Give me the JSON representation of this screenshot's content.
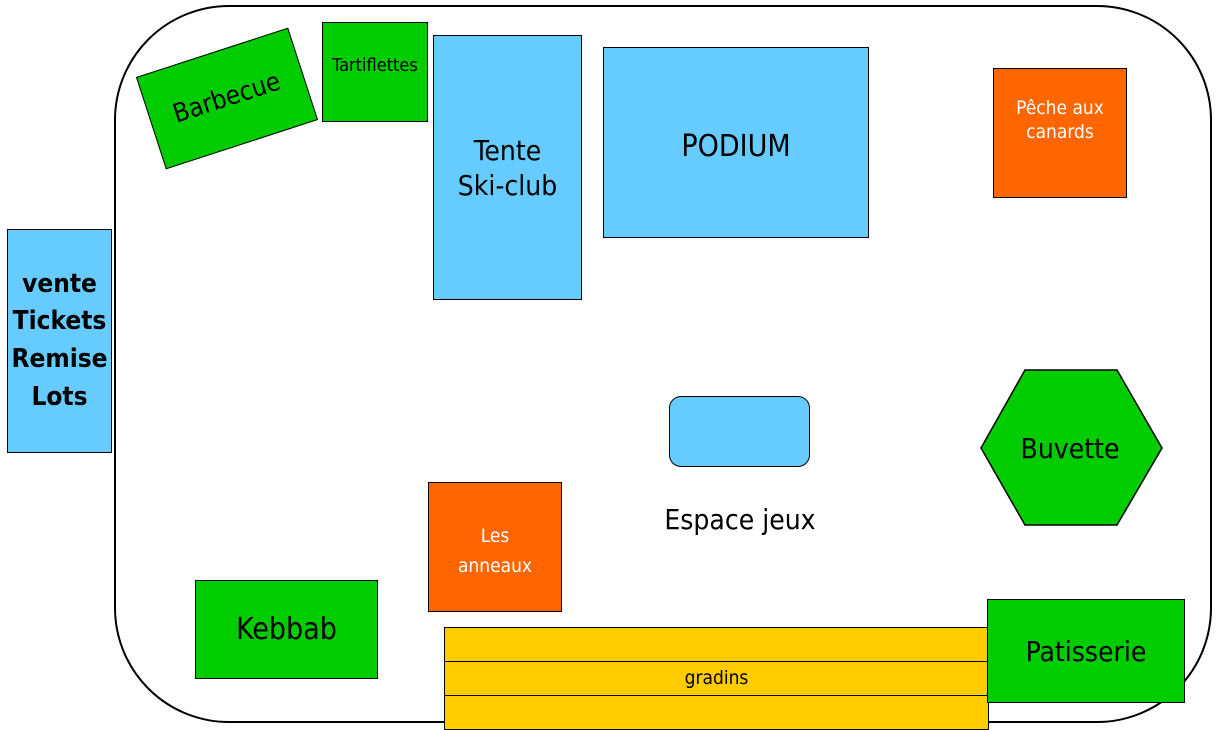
{
  "colors": {
    "stand_blue": "#66ccff",
    "stand_green": "#00cc00",
    "stand_orange": "#ff6600",
    "stand_yellow": "#ffcc00"
  },
  "stands": {
    "vente": "vente\nTickets\nRemise\nLots",
    "barbecue": "Barbecue",
    "tartiflettes": "Tartiflettes",
    "tente": "Tente\nSki-club",
    "podium": "PODIUM",
    "peche": "Pêche aux\ncanards",
    "buvette": "Buvette",
    "espace_jeux": "Espace jeux",
    "anneaux": "Les\nanneaux",
    "kebbab": "Kebbab",
    "gradins": "gradins",
    "patisserie": "Patisserie"
  }
}
